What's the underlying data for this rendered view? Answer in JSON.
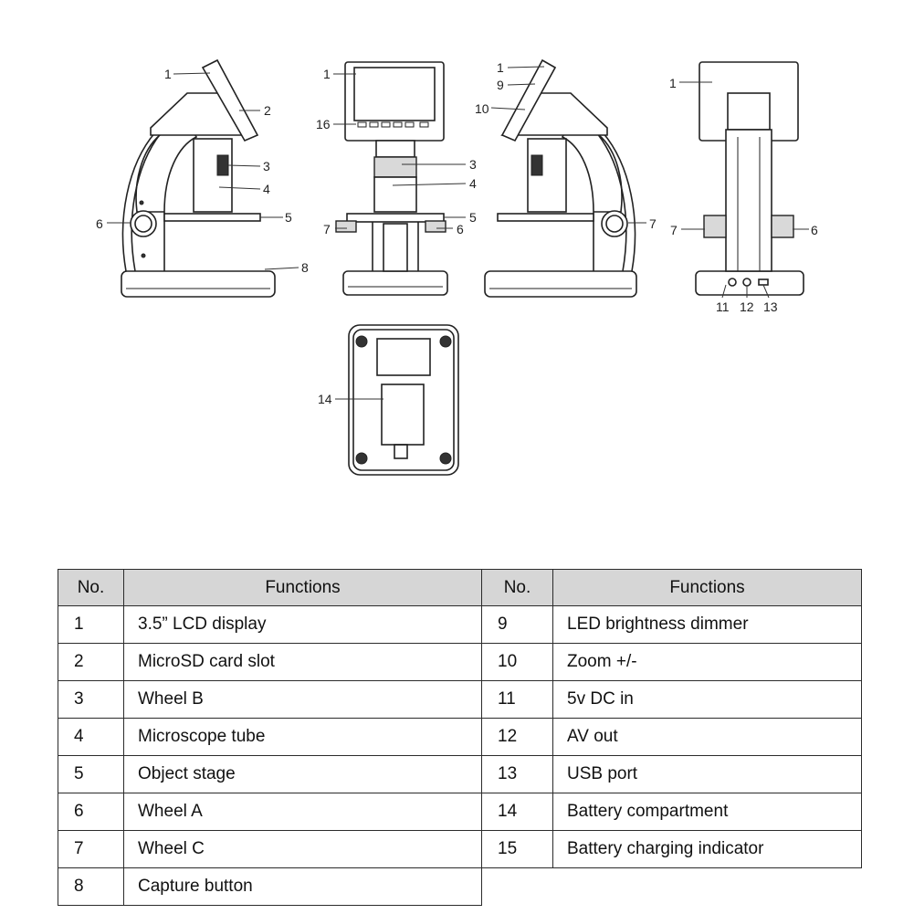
{
  "callouts": {
    "front_left": [
      "1",
      "2",
      "3",
      "4",
      "5",
      "6",
      "8"
    ],
    "front": [
      "1",
      "16",
      "3",
      "4",
      "5",
      "7",
      "6"
    ],
    "right": [
      "1",
      "9",
      "10",
      "7"
    ],
    "back": [
      "1",
      "7",
      "6",
      "11",
      "12",
      "13"
    ],
    "bottom": [
      "14"
    ]
  },
  "table": {
    "headers": [
      "No.",
      "Functions",
      "No.",
      "Functions"
    ],
    "rows": [
      {
        "n1": "1",
        "f1": "3.5” LCD display",
        "n2": "9",
        "f2": "LED brightness dimmer"
      },
      {
        "n1": "2",
        "f1": "MicroSD card slot",
        "n2": "10",
        "f2": "Zoom +/-"
      },
      {
        "n1": "3",
        "f1": "Wheel B",
        "n2": "11",
        "f2": "5v DC in"
      },
      {
        "n1": "4",
        "f1": "Microscope tube",
        "n2": "12",
        "f2": "AV out"
      },
      {
        "n1": "5",
        "f1": "Object stage",
        "n2": "13",
        "f2": "USB port"
      },
      {
        "n1": "6",
        "f1": "Wheel A",
        "n2": "14",
        "f2": "Battery compartment"
      },
      {
        "n1": "7",
        "f1": "Wheel C",
        "n2": "15",
        "f2": "Battery charging indicator"
      },
      {
        "n1": "8",
        "f1": "Capture button",
        "n2": "",
        "f2": ""
      }
    ]
  }
}
